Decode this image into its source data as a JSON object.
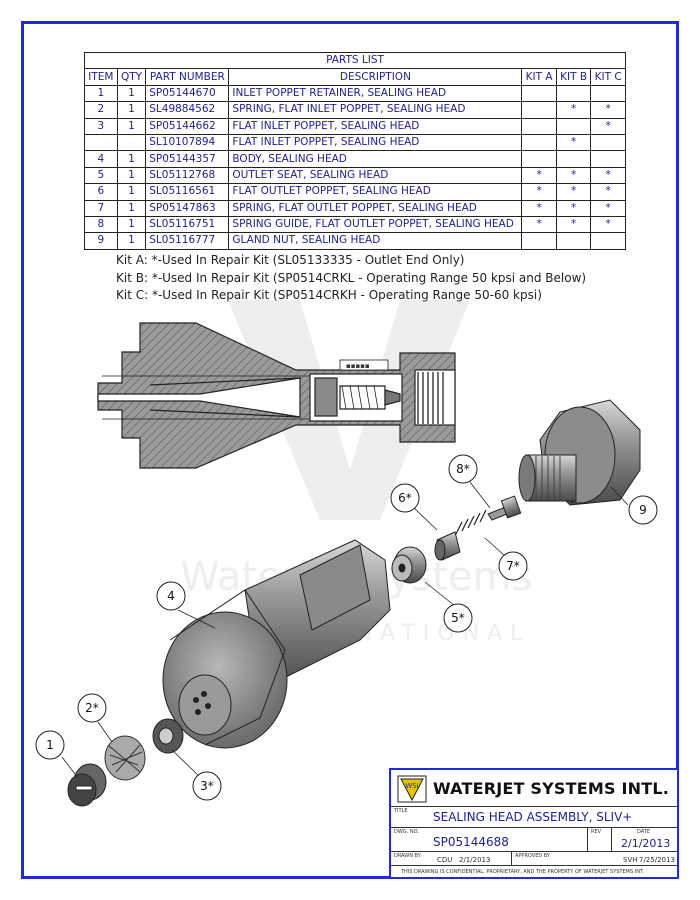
{
  "parts_list": {
    "title": "PARTS LIST",
    "headers": [
      "ITEM",
      "QTY",
      "PART NUMBER",
      "DESCRIPTION",
      "KIT A",
      "KIT B",
      "KIT C"
    ],
    "rows": [
      [
        "1",
        "1",
        "SP05144670",
        "INLET POPPET RETAINER, SEALING HEAD",
        "",
        "",
        ""
      ],
      [
        "2",
        "1",
        "SL49884562",
        "SPRING, FLAT INLET POPPET, SEALING HEAD",
        "",
        "*",
        "*"
      ],
      [
        "3",
        "1",
        "SP05144662",
        "FLAT INLET POPPET, SEALING HEAD",
        "",
        "",
        "*"
      ],
      [
        "",
        "",
        "SL10107894",
        "FLAT INLET POPPET, SEALING HEAD",
        "",
        "*",
        ""
      ],
      [
        "4",
        "1",
        "SP05144357",
        "BODY, SEALING HEAD",
        "",
        "",
        ""
      ],
      [
        "5",
        "1",
        "SL05112768",
        "OUTLET SEAT, SEALING HEAD",
        "*",
        "*",
        "*"
      ],
      [
        "6",
        "1",
        "SL05116561",
        "FLAT OUTLET POPPET, SEALING HEAD",
        "*",
        "*",
        "*"
      ],
      [
        "7",
        "1",
        "SP05147863",
        "SPRING, FLAT OUTLET POPPET, SEALING HEAD",
        "*",
        "*",
        "*"
      ],
      [
        "8",
        "1",
        "SL05116751",
        "SPRING GUIDE, FLAT OUTLET POPPET, SEALING HEAD",
        "*",
        "*",
        "*"
      ],
      [
        "9",
        "1",
        "SL05116777",
        "GLAND NUT, SEALING HEAD",
        "",
        "",
        ""
      ]
    ]
  },
  "kit_notes": [
    "Kit A: *-Used In Repair Kit (SL05133335 - Outlet End Only)",
    "Kit B: *-Used In Repair Kit (SP0514CRKL - Operating Range 50 kpsi and Below)",
    "Kit C: *-Used In Repair Kit (SP0514CRKH - Operating Range 50-60 kpsi)"
  ],
  "callouts": [
    "1",
    "2*",
    "3*",
    "4",
    "5*",
    "6*",
    "7*",
    "8*",
    "9"
  ],
  "title_block": {
    "company": "WATERJET SYSTEMS INTL.",
    "logo_letters": "WSI",
    "title_label": "TITLE",
    "title": "SEALING HEAD ASSEMBLY, SLIV+",
    "dwg_label": "DWG. NO.",
    "dwg_no": "SP05144688",
    "rev_label": "REV",
    "date_label": "DATE",
    "date": "2/1/2013",
    "drawn_label": "DRAWN BY",
    "drawn_by": "CDU",
    "drawn_date": "2/1/2013",
    "approved_label": "APPROVED BY",
    "approved_by": "SVH",
    "approved_date": "7/25/2013",
    "confidential": "THIS DRAWING IS CONFIDENTIAL, PROPRIETARY, AND THE PROPERTY OF WATERJET SYSTEMS INT."
  },
  "watermark": "Waterjet Systems International",
  "colors": {
    "border": "#1f2bd6",
    "text": "#1d1f8f"
  }
}
